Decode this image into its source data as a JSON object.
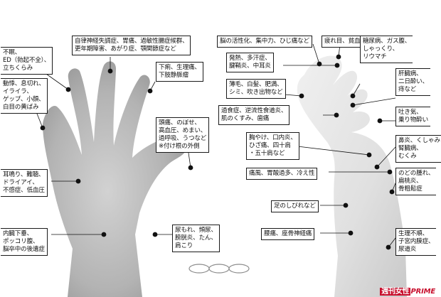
{
  "left_hand_labels": [
    {
      "id": "l1",
      "text": "不眠、\nED（勃起不全）、\n立ちくらみ"
    },
    {
      "id": "l2",
      "text": "動悸、息切れ、\nイライラ、\nゲップ、小顔、\n白目の黄ばみ"
    },
    {
      "id": "l3",
      "text": "耳鳴り、難聴、\nドライアイ、\n不感症、低血圧"
    },
    {
      "id": "l4",
      "text": "内臓下垂、\nポッコリ腹、\n脳卒中の後遺症"
    },
    {
      "id": "l5",
      "text": "自律神経失調症、胃痛、過敏性腸症候群、\n更年期障害、あがり症、顎関節症など"
    },
    {
      "id": "l6",
      "text": "下痢、生理痛、\n下肢静脈瘤"
    },
    {
      "id": "l7",
      "text": "頭痛、のぼせ、\n高血圧、めまい、\n過呼吸、うつなど\n※付け根の外側"
    },
    {
      "id": "l8",
      "text": "尿もれ、頻尿、\n膀胱炎、たん、\n肩こり"
    }
  ],
  "right_hand_labels": [
    {
      "id": "r1",
      "text": "脳の活性化、集中力、ひじ痛など"
    },
    {
      "id": "r2",
      "text": "疲れ目、貧血など"
    },
    {
      "id": "r3",
      "text": "糖尿病、ガス腹、\nしゃっくり、\nリウマチ"
    },
    {
      "id": "r4",
      "text": "発熱、多汗症、\n腱鞘炎、中耳炎"
    },
    {
      "id": "r5",
      "text": "薄毛、白髪、肥満、\nシミ、吹き出物など"
    },
    {
      "id": "r6",
      "text": "肝臓病、\n二日酔い、\n痔など"
    },
    {
      "id": "r7",
      "text": "過食症、逆流性食道炎、\n肌のくすみ、歯痛"
    },
    {
      "id": "r8",
      "text": "吐き気、\n乗り物酔い"
    },
    {
      "id": "r9",
      "text": "胸やけ、口内炎、\nひざ痛、四十肩\n・五十肩など"
    },
    {
      "id": "r10",
      "text": "鼻炎、くしゃみ\n腎臓病、\nむくみ"
    },
    {
      "id": "r11",
      "text": "痛風、胃酸過多、冷え性"
    },
    {
      "id": "r12",
      "text": "のどの腫れ、\n扁桃炎、\n骨粗鬆症"
    },
    {
      "id": "r13",
      "text": "足のしびれなど"
    },
    {
      "id": "r14",
      "text": "腰痛、座骨神経痛"
    },
    {
      "id": "r15",
      "text": "生理不順、\n子宮内膜症、\n尿道炎"
    }
  ],
  "brand": {
    "part1": "週刊女性",
    "part2": "PRIME"
  },
  "colors": {
    "skin_left": "#b9b9b9",
    "skin_right": "#e4e4e4",
    "line": "#111111"
  }
}
